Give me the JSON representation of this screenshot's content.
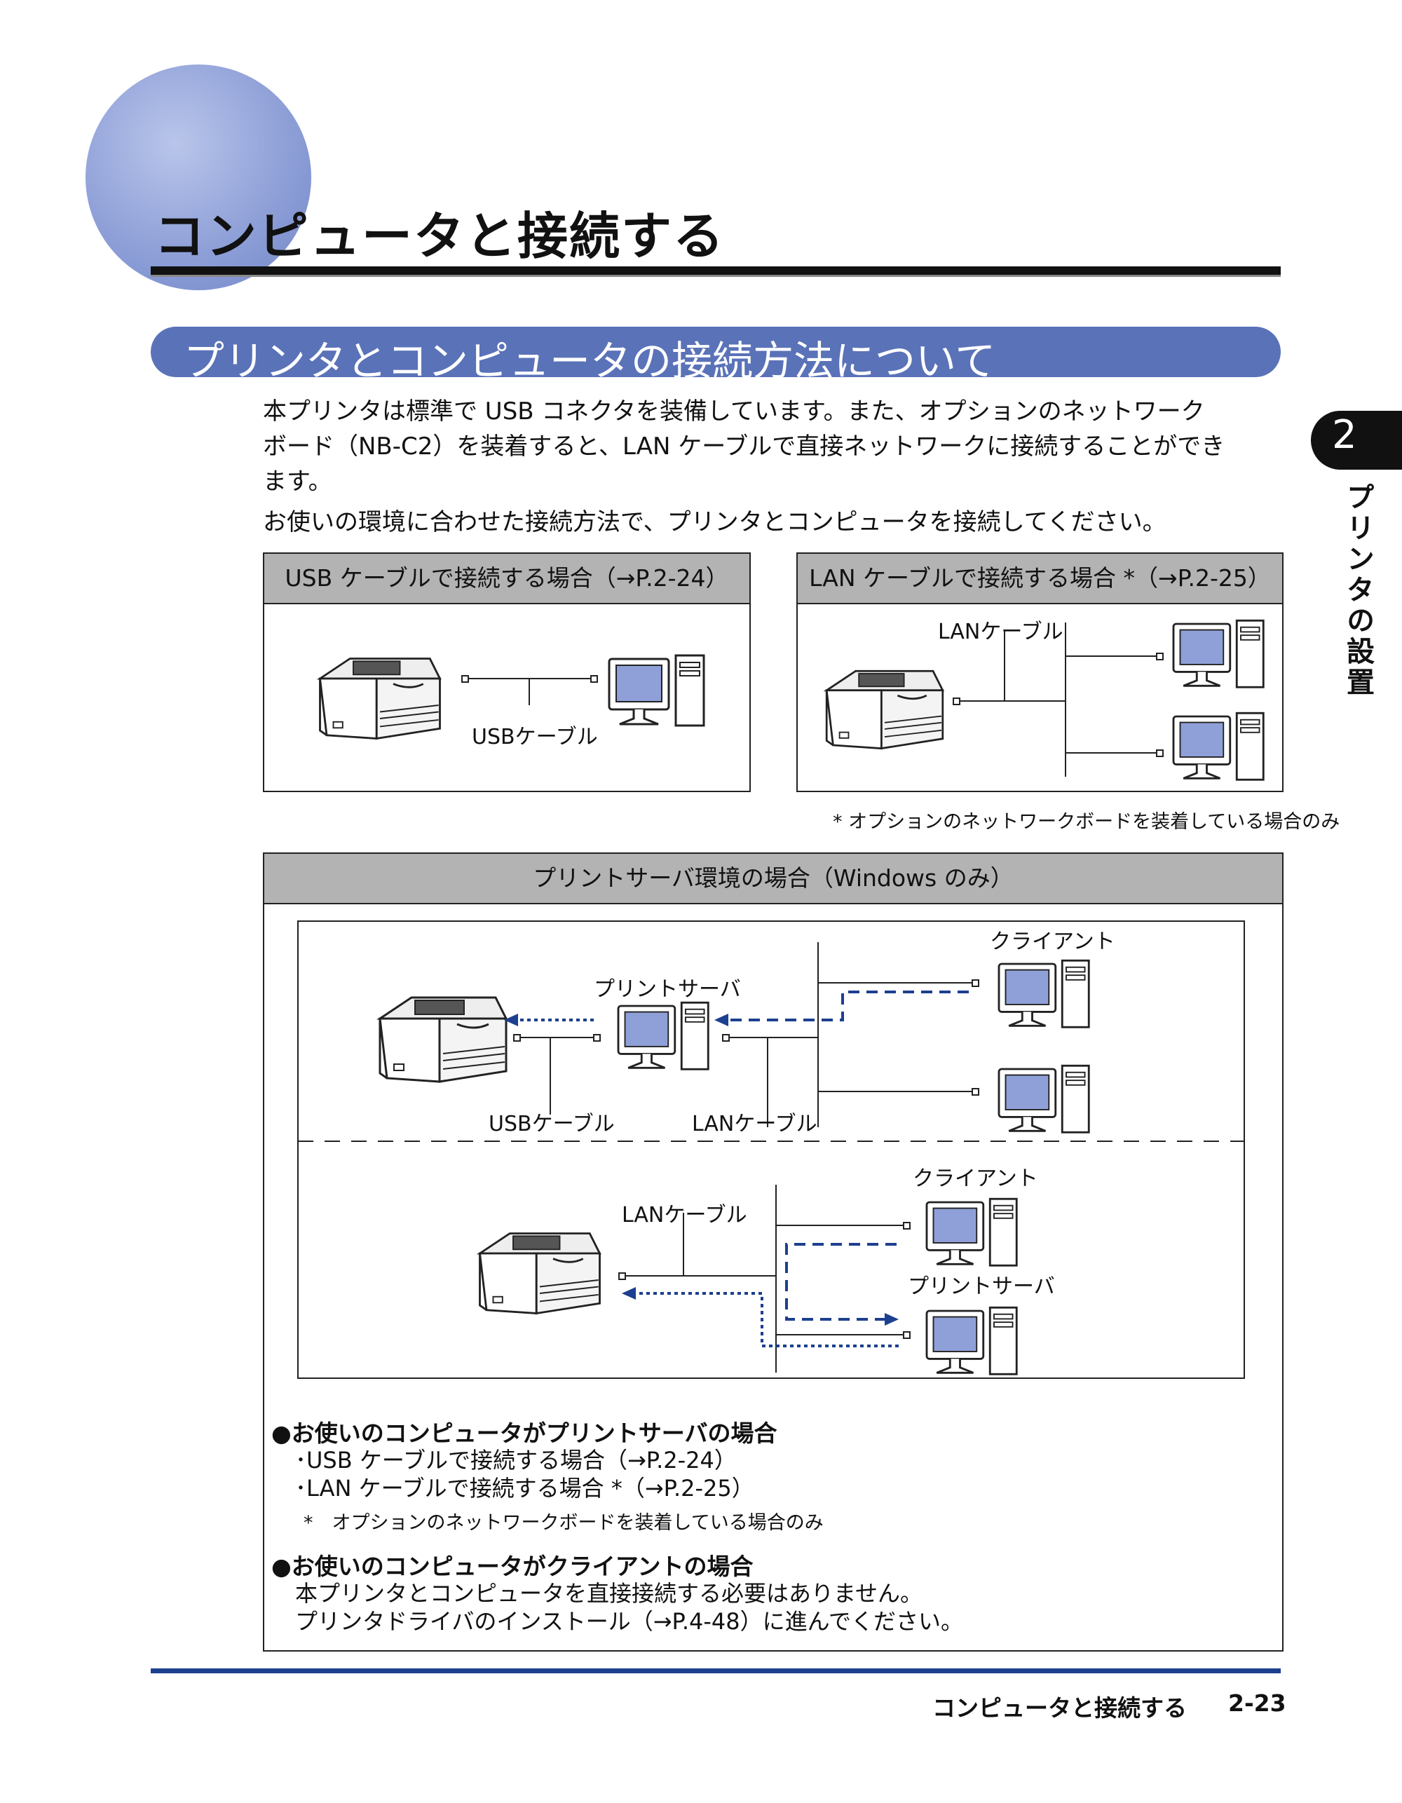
{
  "page": {
    "title": "コンピュータと接続する",
    "section_title": "プリンタとコンピュータの接続方法について",
    "intro_lines": [
      "本プリンタは標準で USB コネクタを装備しています。また、オプションのネットワーク",
      "ボード（NB-C2）を装着すると、LAN ケーブルで直接ネットワークに接続することができ",
      "ます。"
    ],
    "intro2": "お使いの環境に合わせた接続方法で、プリンタとコンピュータを接続してください。"
  },
  "side_tab": {
    "number": "2",
    "label": "プリンタの設置"
  },
  "usb_box": {
    "heading": "USB ケーブルで接続する場合（→P.2-24）",
    "cable_label": "USBケーブル"
  },
  "lan_box": {
    "heading": "LAN ケーブルで接続する場合 *（→P.2-25）",
    "cable_label": "LANケーブル"
  },
  "lan_footnote": "* オプションのネットワークボードを装着している場合のみ",
  "server_box": {
    "heading": "プリントサーバ環境の場合（Windows のみ）",
    "top": {
      "client": "クライアント",
      "print_server": "プリントサーバ",
      "usb_cable": "USBケーブル",
      "lan_cable": "LANケーブル"
    },
    "bottom": {
      "client": "クライアント",
      "print_server": "プリントサーバ",
      "lan_cable": "LANケーブル"
    },
    "notes": {
      "h1": "●お使いのコンピュータがプリントサーバの場合",
      "l1": "･USB ケーブルで接続する場合（→P.2-24）",
      "l2": "･LAN ケーブルで接続する場合 *（→P.2-25）",
      "foot": "*　オプションのネットワークボードを装着している場合のみ",
      "h2": "●お使いのコンピュータがクライアントの場合",
      "t1": "本プリンタとコンピュータを直接接続する必要はありません。",
      "t2": "プリンタドライバのインストール（→P.4-48）に進んでください。"
    }
  },
  "footer": {
    "title": "コンピュータと接続する",
    "page_number": "2-23"
  },
  "colors": {
    "accent": "#5a72b8",
    "circle": "#8fa0d8",
    "footer_rule": "#1d3f8f",
    "arrow": "#1d3f8f",
    "header_gray": "#b3b3b3"
  }
}
